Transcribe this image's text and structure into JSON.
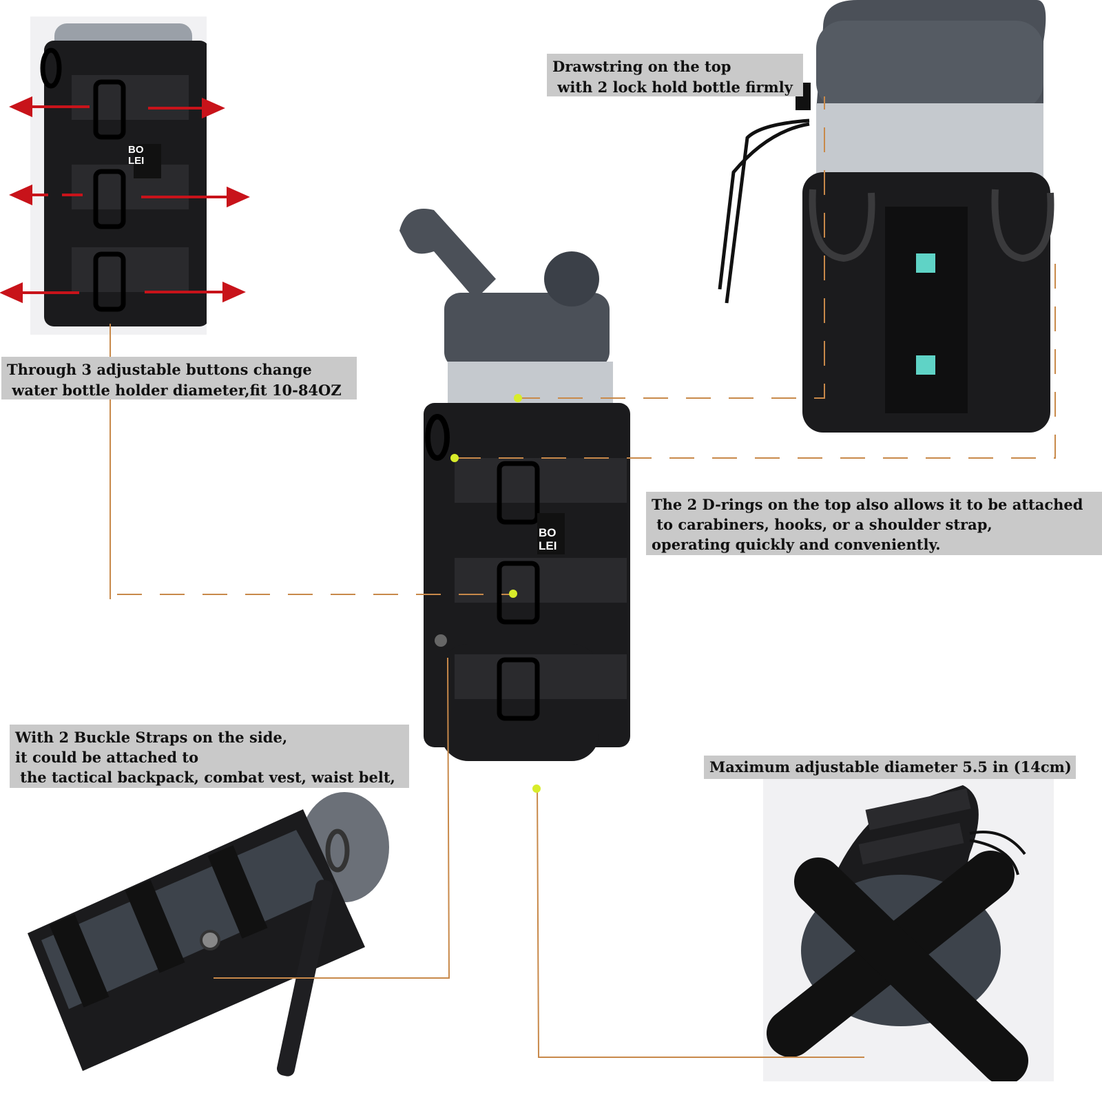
{
  "labels": {
    "drawstring": {
      "line1": "Drawstring on the top",
      "line2": " with 2 lock hold bottle firmly"
    },
    "buttons": {
      "line1": "Through 3 adjustable buttons change",
      "line2": " water bottle holder diameter,fit 10-84OZ"
    },
    "drings": {
      "line1": "The 2 D-rings on the top also allows it to be attached",
      "line2": " to carabiners, hooks, or a shoulder strap,",
      "line3": "operating quickly and conveniently."
    },
    "buckle": {
      "line1": "With 2 Buckle Straps on the side,",
      "line2": "it could be attached to",
      "line3": " the tactical backpack, combat vest, waist belt,"
    },
    "diameter": {
      "line1": "Maximum adjustable diameter 5.5 in (14cm)"
    }
  },
  "bottle_print": {
    "line1": "BO",
    "line2": "LEI"
  },
  "colors": {
    "label_bg": "#c9c9c9",
    "leader_line": "#c8894a",
    "callout_dot": "#d8ec2a",
    "arrow_red": "#c8131a",
    "nylon_black": "#1b1b1d",
    "cap_gray": "#4b5058"
  }
}
